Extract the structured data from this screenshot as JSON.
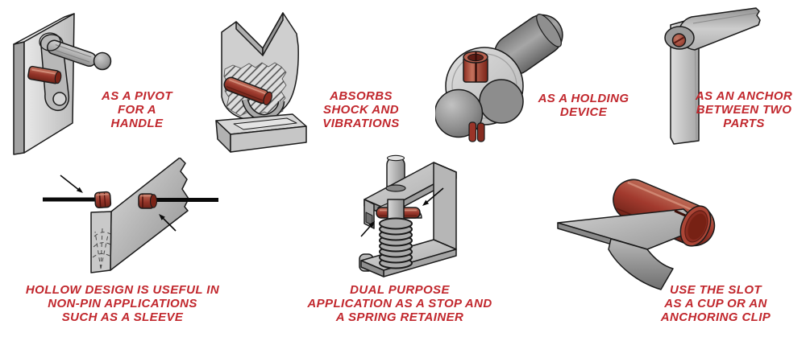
{
  "page": {
    "background_color": "#ffffff",
    "description": "Seven isometric engineering illustrations showing typical applications of a slotted spring (roll) pin, each labeled with a red hand-lettered caption."
  },
  "colors": {
    "caption_red": "#c1272d",
    "pin_red": "#a23a2e",
    "pin_red_dark": "#6e2318",
    "pin_red_light": "#c97862",
    "metal_light": "#d4d4d4",
    "metal_mid": "#b0b0b0",
    "metal_dark": "#8a8a8a",
    "outline": "#1a1a1a",
    "rod_black": "#0a0a0a"
  },
  "figures": [
    {
      "id": "pivot-handle",
      "alt": "Crank handle on a mounting plate pivoting on a red spring pin",
      "caption_lines": [
        "AS A PIVOT",
        "FOR A",
        "HANDLE"
      ]
    },
    {
      "id": "shock-absorber",
      "alt": "Spring pin shown in a sectioned machine block absorbing load",
      "caption_lines": [
        "ABSORBS",
        "SHOCK AND",
        "VIBRATIONS"
      ]
    },
    {
      "id": "holding-device",
      "alt": "Slotted spring pin holding a collar on a cylindrical shaft",
      "caption_lines": [
        "AS A HOLDING",
        "DEVICE"
      ]
    },
    {
      "id": "anchor-two-parts",
      "alt": "Spring pin anchoring a horizontal arm to a vertical post",
      "caption_lines": [
        "AS AN ANCHOR",
        "BETWEEN TWO",
        "PARTS"
      ]
    },
    {
      "id": "hollow-sleeve",
      "alt": "Rod passing through a board using spring pins as sleeves, with pointer arrows",
      "caption_lines": [
        "HOLLOW DESIGN IS USEFUL IN",
        "NON-PIN APPLICATIONS",
        "SUCH AS A SLEEVE"
      ]
    },
    {
      "id": "stop-spring-retainer",
      "alt": "Spring pin through a rod acting as a stop and retaining a coil spring in a channel bracket",
      "caption_lines": [
        "DUAL PURPOSE",
        "APPLICATION AS A STOP AND",
        "A SPRING RETAINER"
      ]
    },
    {
      "id": "slot-cup-clip",
      "alt": "Sheet-metal clip anchored in the slot of a large spring pin",
      "caption_lines": [
        "USE THE SLOT",
        "AS A CUP OR AN",
        "ANCHORING CLIP"
      ]
    }
  ]
}
